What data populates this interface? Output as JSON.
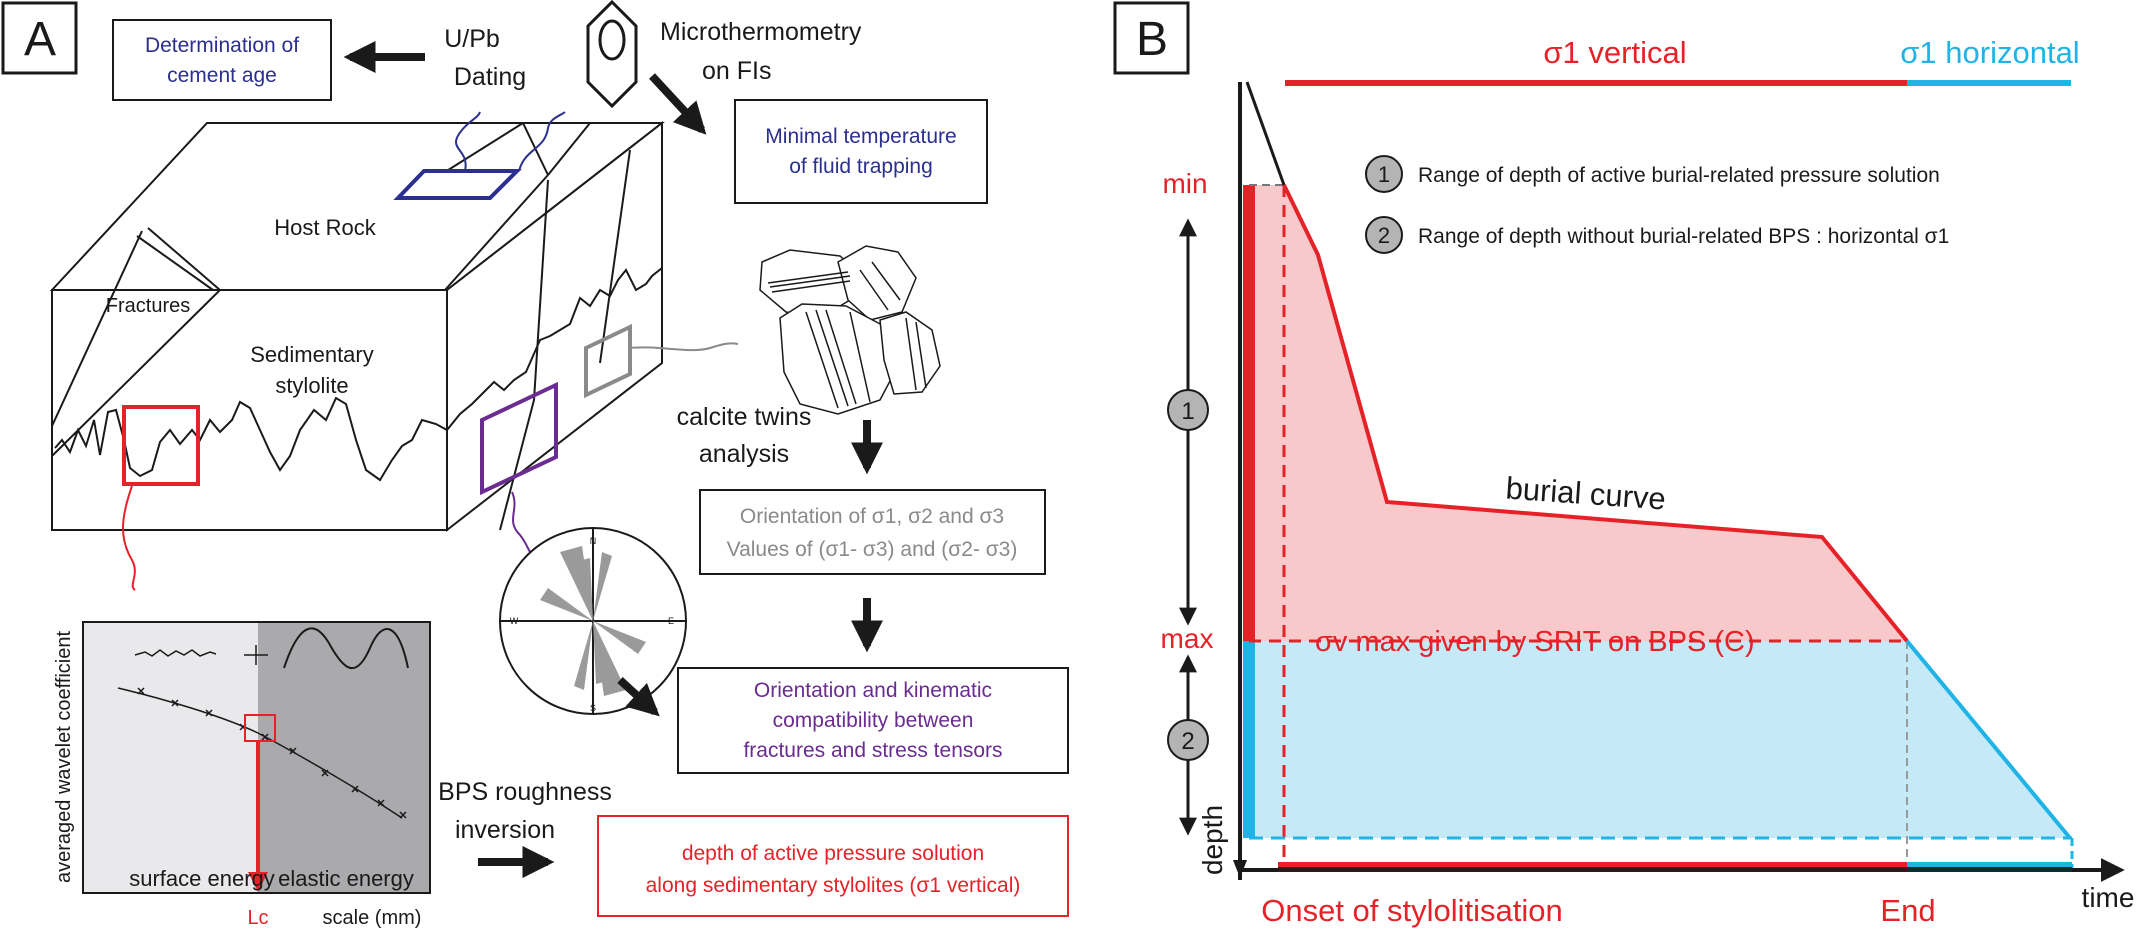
{
  "panel_a": {
    "label": "A",
    "dating": {
      "line1": "U/Pb",
      "line2": "Dating"
    },
    "cement_box": {
      "line1": "Determination of",
      "line2": "cement age"
    },
    "microthermo": {
      "line1": "Microthermometry",
      "line2": "on FIs"
    },
    "min_temp_box": {
      "line1": "Minimal temperature",
      "line2": "of fluid trapping"
    },
    "host_rock": "Host Rock",
    "fractures": "Fractures",
    "stylolite": {
      "line1": "Sedimentary",
      "line2": "stylolite"
    },
    "twins": {
      "line1": "calcite twins",
      "line2": "analysis"
    },
    "stress_box": {
      "line1": "Orientation of σ1, σ2 and σ3",
      "line2": "Values of (σ1- σ3) and (σ2- σ3)"
    },
    "kinematic_box": {
      "line1": "Orientation and kinematic",
      "line2": "compatibility between",
      "line3": "fractures and stress tensors"
    },
    "compass": {
      "n": "N",
      "s": "S",
      "e": "E",
      "w": "W"
    },
    "bps_label": {
      "line1": "BPS roughness",
      "line2": "inversion"
    },
    "depth_box": {
      "line1": "depth of active pressure solution",
      "line2": "along sedimentary stylolites (σ1 vertical)"
    },
    "inset": {
      "ylabel": "averaged wavelet coefficient",
      "surface": "surface energy",
      "elastic": "elastic energy",
      "lc": "Lc",
      "scale": "scale (mm)"
    }
  },
  "panel_b": {
    "label": "B",
    "sigma_vertical": "σ1 vertical",
    "sigma_horizontal": "σ1 horizontal",
    "legend1_num": "1",
    "legend1": "Range of depth of active burial-related pressure solution",
    "legend2_num": "2",
    "legend2": "Range of depth without burial-related BPS : horizontal σ1",
    "min": "min",
    "max": "max",
    "burial_curve": "burial curve",
    "sv_max": "σv max given by SRIT on BPS (C)",
    "depth": "depth",
    "time": "time",
    "onset": "Onset of stylolitisation",
    "end": "End"
  },
  "colors": {
    "red": "#e52228",
    "cyan": "#1fb3e6",
    "navy": "#2b2f8f",
    "purple": "#6a2c91",
    "gray": "#8a8a8a",
    "pink_fill": "#f7c9cb",
    "blue_fill": "#c6e9f7"
  }
}
